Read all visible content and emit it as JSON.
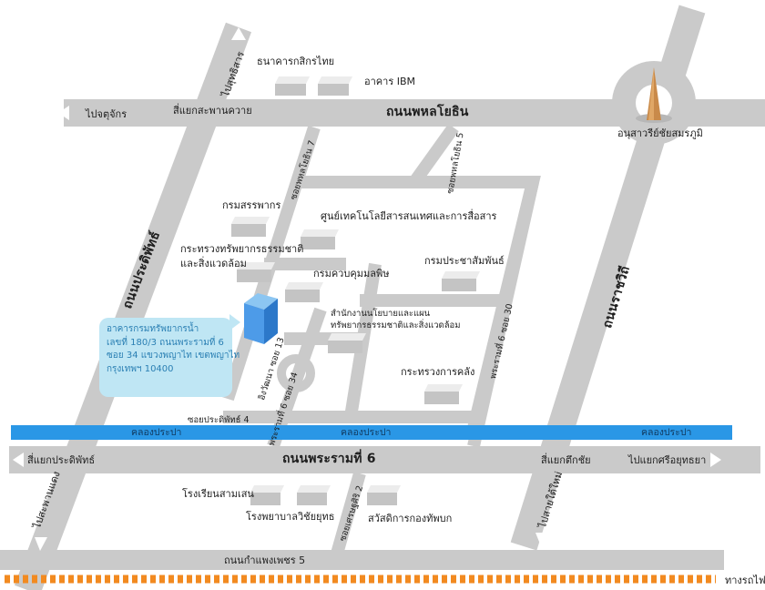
{
  "colors": {
    "road": "#cacaca",
    "canal": "#2a97e6",
    "railway": "#f28a20",
    "callout_bg": "#bfe6f4",
    "callout_text": "#2a7fb3",
    "target_building": "#4d9be8",
    "monument": "#c98a4a"
  },
  "roads": {
    "phahon": "ถนนพหลโยธิน",
    "rama6": "ถนนพระรามที่ 6",
    "pradipat": "ถนนประดิพัทธ์",
    "ratchawithi": "ถนนราชวิถี",
    "kamphaengphet5": "ถนนกำแพงเพชร 5",
    "phahon7": "ซอยพหลโยธิน 7",
    "phahon5": "ซอยพหลโยธิน 5",
    "rama6_30": "พระรามที่ 6 ซอย 30",
    "rama6_34": "พระรามที่ 6 ซอย 34",
    "yingwatthana13": "อิงวัฒนา ซอย 13",
    "pradipat4": "ซอยประดิพัทธ์ 4",
    "setsiri2": "ซอยเศรษฐศิริ 2"
  },
  "directions": {
    "to_chatuchak": "ไปจตุจักร",
    "to_sutthisan": "ไปสุทธิสาร",
    "to_saphan_khwai": "สี่แยกสะพานควาย",
    "to_saphan_daeng": "ไปสะพานแดง",
    "pradipat_junction": "สี่แยกประดิพัทธ์",
    "tuekchai_junction": "สี่แยกตึกชัย",
    "to_sriayutthaya": "ไปแยกศรีอยุทธยา",
    "to_saitai": "ไปสายใต้ใหม่"
  },
  "canals": [
    "คลองประปา",
    "คลองประปา",
    "คลองประปา"
  ],
  "railway": "ทางรถไฟ",
  "landmarks": {
    "monument": "อนุสาวรีย์ชัยสมรภูมิ",
    "kasikorn": "ธนาคารกสิกรไทย",
    "ibm": "อาคาร IBM",
    "revenue": "กรมสรรพากร",
    "ict": "ศูนย์เทคโนโลยีสารสนเทศและการสื่อสาร",
    "mnre_line1": "กระทรวงทรัพยากรธรรมชาติ",
    "mnre_line2": "และสิ่งแวดล้อม",
    "pcd": "กรมควบคุมมลพิษ",
    "prd": "กรมประชาสัมพันธ์",
    "onep_line1": "สำนักงานนโยบายและแผน",
    "onep_line2": "ทรัพยากรธรรมชาติและสิ่งแวดล้อม",
    "finance": "กระทรวงการคลัง",
    "samsen_school": "โรงเรียนสามเสน",
    "vichaiyut_hospital": "โรงพยาบาลวิชัยยุทธ",
    "army_welfare": "สวัสดิการกองทัพบก"
  },
  "callout": {
    "line1": "อาคารกรมทรัพยากรน้ำ",
    "line2": "เลขที่ 180/3 ถนนพระรามที่ 6",
    "line3": "ซอย 34 แขวงพญาไท เขตพญาไท",
    "line4": "กรุงเทพฯ 10400"
  }
}
